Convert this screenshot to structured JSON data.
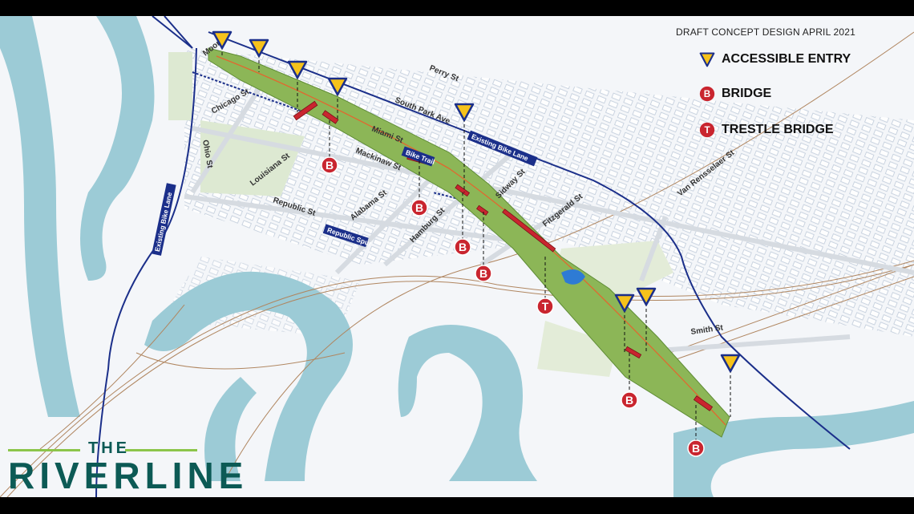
{
  "header": {
    "title": "DRAFT CONCEPT DESIGN APRIL 2021"
  },
  "legend": {
    "items": [
      {
        "label": "ACCESSIBLE ENTRY",
        "icon": "accessible-entry-triangle-icon"
      },
      {
        "label": "BRIDGE",
        "letter": "B",
        "icon": "bridge-marker-icon"
      },
      {
        "label": "TRESTLE BRIDGE",
        "letter": "T",
        "icon": "trestle-bridge-marker-icon"
      }
    ]
  },
  "logo": {
    "line1": "THE",
    "line2": "RIVERLINE"
  },
  "streets": {
    "moor": "Moor",
    "perry": "Perry St",
    "chicago": "Chicago St",
    "south_park": "South Park Ave",
    "miami": "Miami St",
    "ohio": "Ohio St",
    "louisiana": "Louisiana St",
    "mackinaw": "Mackinaw St",
    "alabama": "Alabama St",
    "republic": "Republic St",
    "hamburg": "Hamburg St",
    "sidway": "Sidway St",
    "fitzgerald": "Fitzgerald St",
    "van_rensselaer": "Van Rensselaer St",
    "smith": "Smith St"
  },
  "routes": {
    "existing_bike_lane_east": "Existing Bike Lane",
    "existing_bike_lane_west": "Existing Bike Lane",
    "bike_trail": "Bike Trail",
    "republic_spur": "Republic Spur"
  },
  "markers": {
    "bridge_letter": "B",
    "trestle_letter": "T"
  },
  "colors": {
    "water": "#9ccbd6",
    "park": "#7fae4a",
    "bike_lane": "#1b2f8a",
    "bridge": "#c9252f",
    "entry": "#f6c21a",
    "brand": "#0c5a55",
    "brand_accent": "#8cc54a"
  }
}
